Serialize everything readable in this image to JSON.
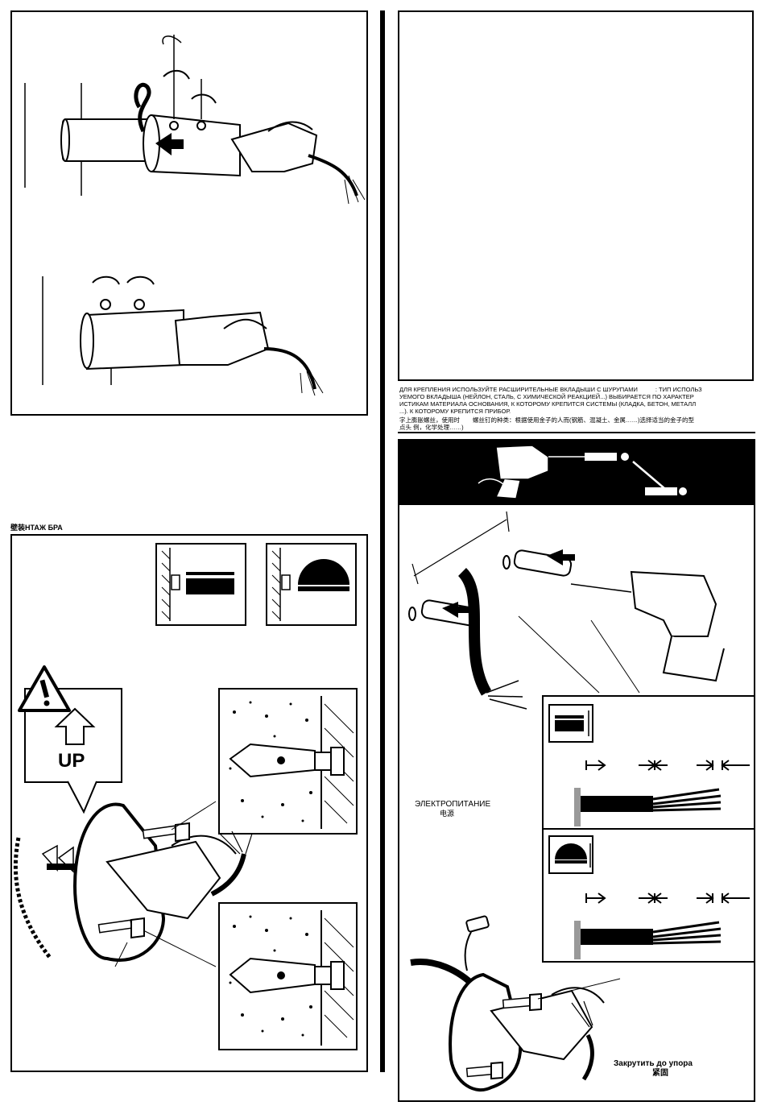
{
  "sections": {
    "wall_mount_title": "壁装НТАЖ БРА",
    "anchor_text_ru_1": "ДЛЯ КРЕПЛЕНИЯ ИСПОЛЬЗУЙТЕ РАСШИРИТЕЛЬНЫЕ ВКЛАДЫШИ С ШУРУПАМИ",
    "anchor_text_ru_1b": ": ТИП ИСПОЛЬЗ",
    "anchor_text_ru_2": "УЕМОГО ВКЛАДЫША (НЕЙЛОН, СТАЛЬ, С ХИМИЧЕСКОЙ РЕАКЦИЕЙ...) ВЫБИРАЕТСЯ ПО ХАРАКТЕР",
    "anchor_text_ru_3": "ИСТИКАМ МАТЕРИАЛА ОСНОВАНИЯ, К КОТОРОМУ КРЕПИТСЯ СИСТЕМЫ (КЛАДКА, БЕТОН, МЕТАЛЛ",
    "anchor_text_ru_4": "...). К КОТОРОМУ КРЕПИТСЯ ПРИБОР.",
    "anchor_text_cn_1": "字上膨胀螺丝，使用时",
    "anchor_text_cn_1b": "螺丝钉的种类：根据使用金子的人而(钢筋、混凝土、金属……)选择适当的金子的型",
    "anchor_text_cn_2": "点头   例，化学处理……)",
    "power_label_ru": "ЭЛЕКТРОПИТАНИЕ",
    "power_label_cn": "电源",
    "tighten_ru": "Закрутить до упора",
    "tighten_cn": "紧固",
    "up_label": "UP"
  }
}
